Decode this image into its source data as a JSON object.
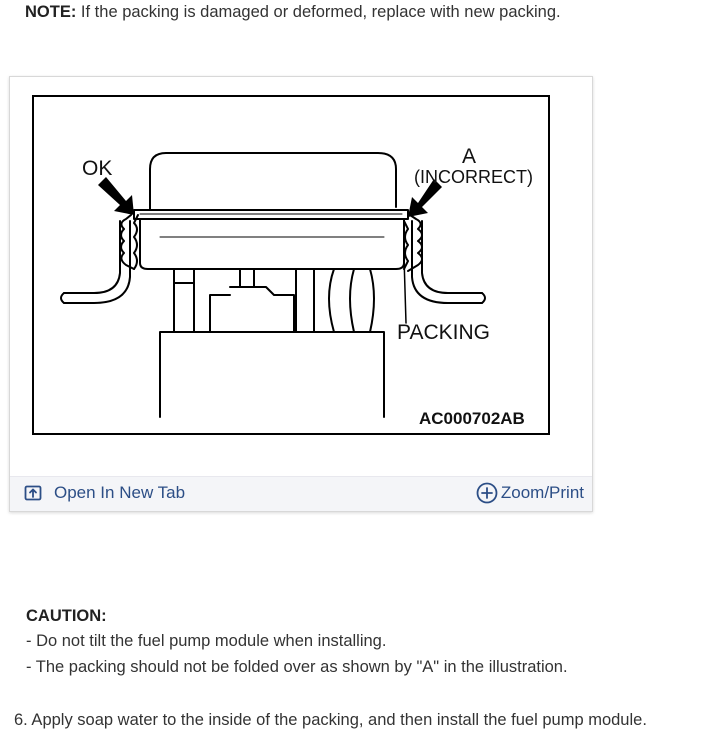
{
  "note": {
    "label": "NOTE:",
    "text": " If the packing is damaged or deformed, replace with new packing."
  },
  "figure": {
    "labels": {
      "ok": "OK",
      "a": "A",
      "incorrect": "(INCORRECT)",
      "packing": "PACKING",
      "code": "AC000702AB"
    }
  },
  "footer": {
    "open_new_tab": "Open In New Tab",
    "zoom_print": "Zoom/Print",
    "icons": [
      "open-new-tab-icon",
      "zoom-plus-icon"
    ],
    "link_color": "#2c4e86"
  },
  "caution": {
    "title": "CAUTION:",
    "items": [
      "-  Do not tilt the fuel pump module when installing.",
      "-  The packing should not be folded over as shown by \"A\" in the illustration."
    ]
  },
  "step": "6. Apply soap water to the inside of the packing, and then install the fuel pump module."
}
